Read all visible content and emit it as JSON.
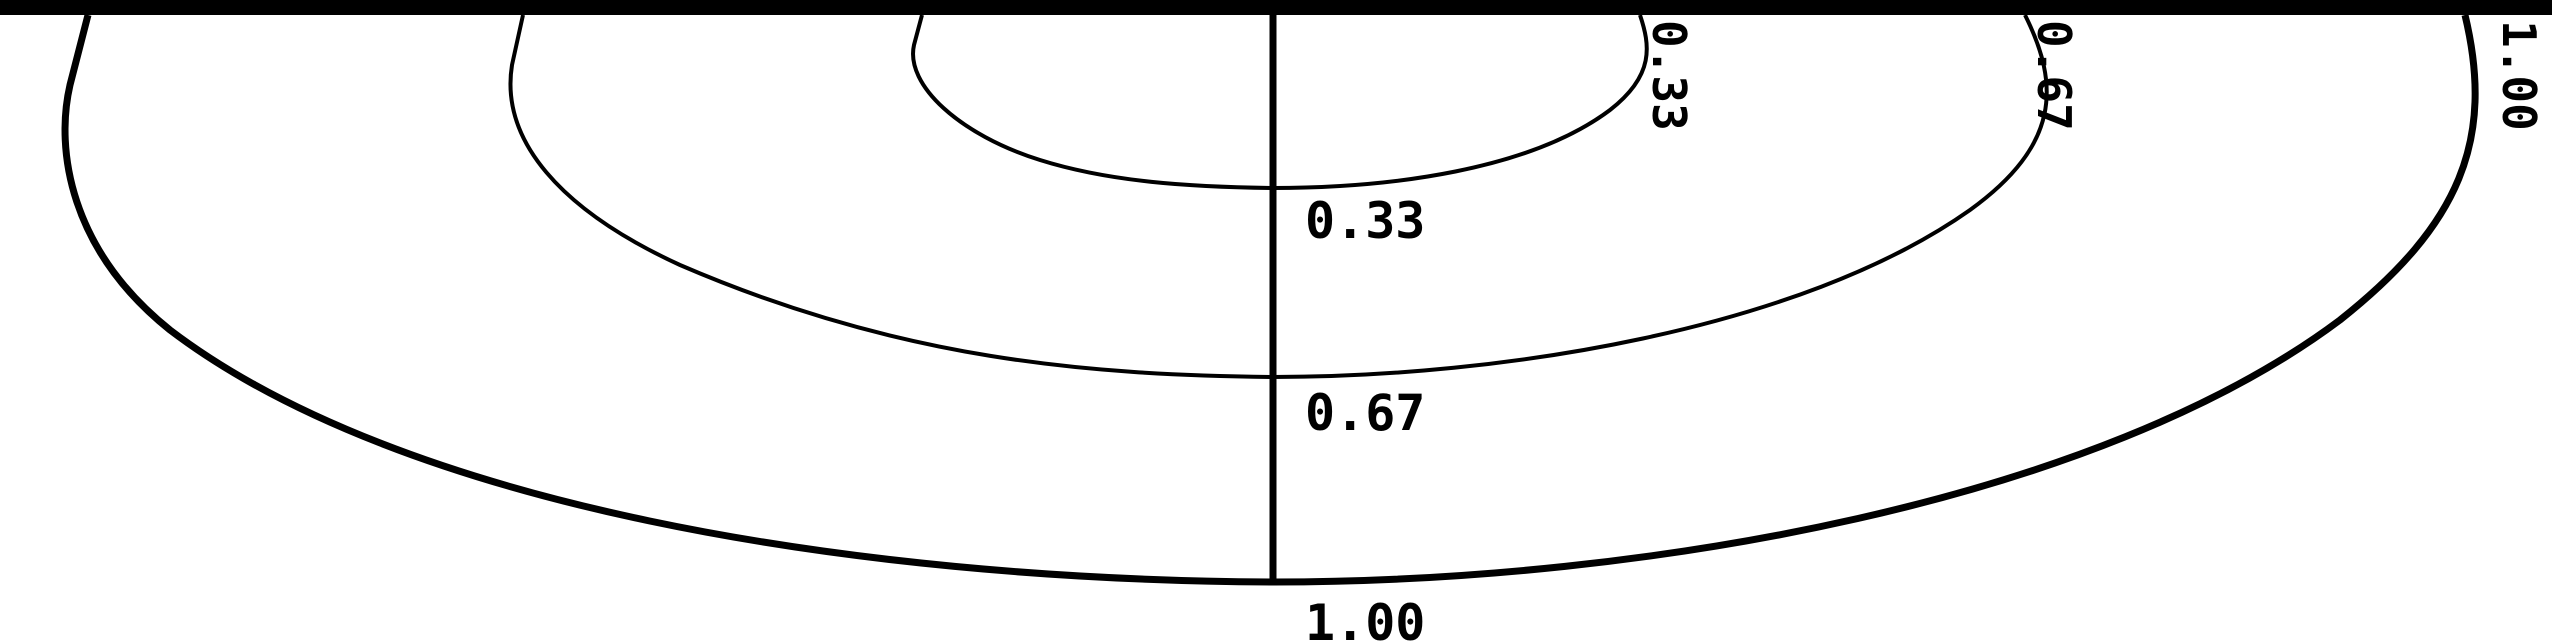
{
  "rings": [
    {
      "label": "0.33",
      "side_label": "0.33"
    },
    {
      "label": "0.67",
      "side_label": "0.67"
    },
    {
      "label": "1.00",
      "side_label": "1.00"
    }
  ],
  "colors": {
    "stroke": "#000000",
    "background": "#ffffff"
  }
}
